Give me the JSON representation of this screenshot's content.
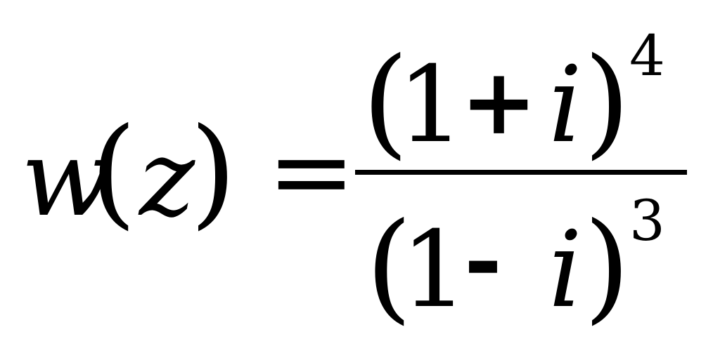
{
  "formula": {
    "lhs": {
      "function": "w",
      "open_paren": "(",
      "variable": "z",
      "close_paren": ")"
    },
    "equals": "=",
    "numerator": {
      "open_paren": "(",
      "one": "1",
      "operator": "+",
      "imag": "i",
      "close_paren": ")",
      "exponent": "4"
    },
    "denominator": {
      "open_paren": "(",
      "one": "1",
      "operator": "-",
      "imag": "i",
      "close_paren": ")",
      "exponent": "3"
    }
  }
}
